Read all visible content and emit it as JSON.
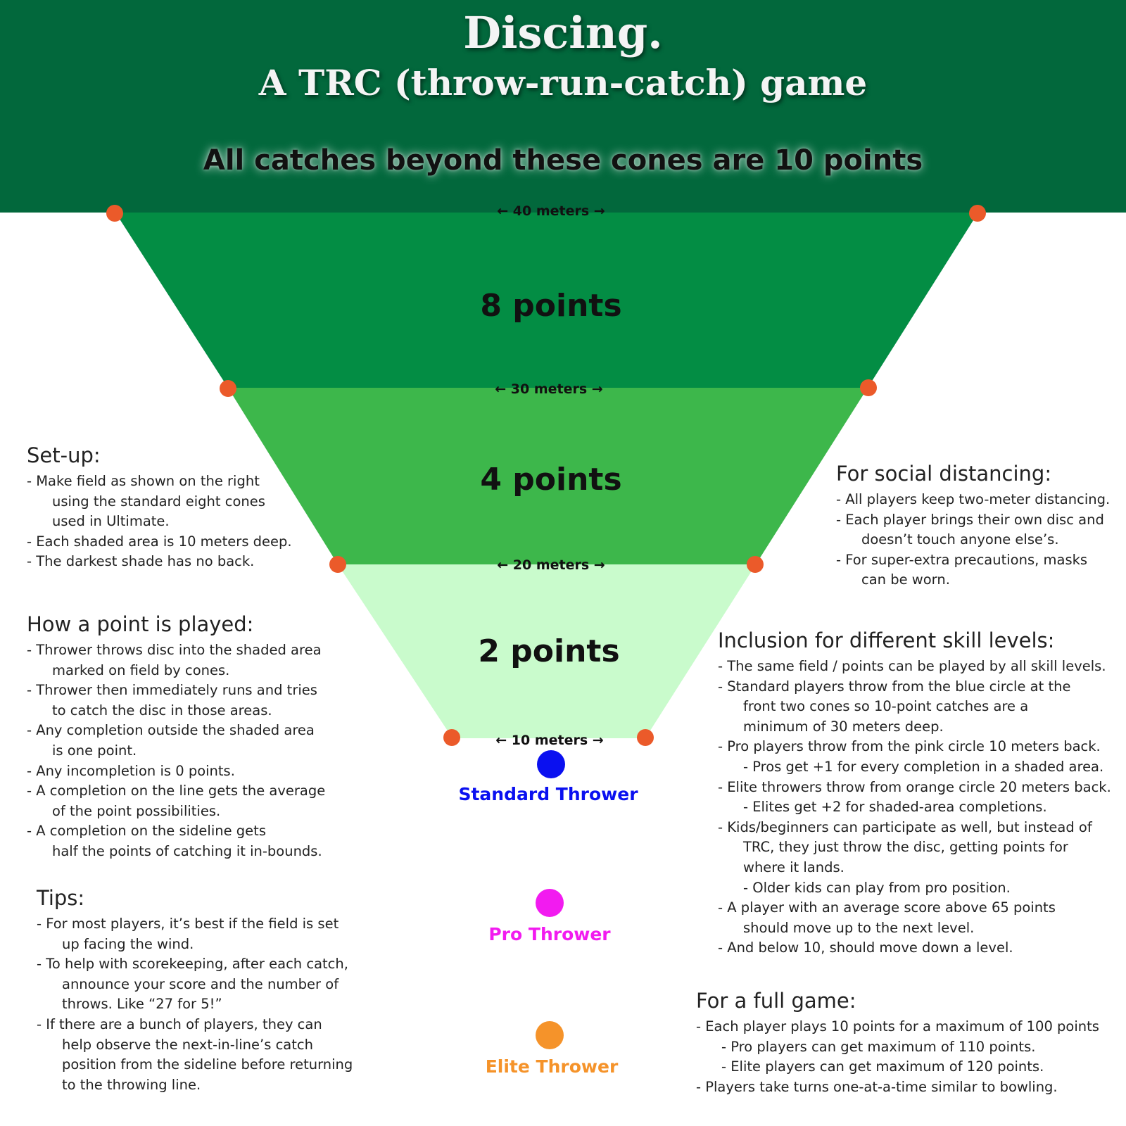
{
  "header": {
    "title": "Discing.",
    "subtitle": "A TRC (throw-run-catch) game",
    "banner": "All catches beyond these cones are 10 points"
  },
  "colors": {
    "header_bg": "#02683c",
    "zone_8": "#038d44",
    "zone_4": "#3db74b",
    "zone_2": "#c9fbcc",
    "cone": "#eb5a2a",
    "standard": "#0a10f0",
    "pro": "#f21bf0",
    "elite": "#f5932a"
  },
  "field": {
    "zones": [
      {
        "label": "8 points"
      },
      {
        "label": "4 points"
      },
      {
        "label": "2 points"
      }
    ],
    "distances": [
      "← 40 meters →",
      "← 30 meters →",
      "← 20 meters →",
      "← 10 meters →"
    ],
    "throwers": [
      {
        "label": "Standard Thrower",
        "color": "#0a10f0"
      },
      {
        "label": "Pro Thrower",
        "color": "#f21bf0"
      },
      {
        "label": "Elite Thrower",
        "color": "#f5932a"
      }
    ]
  },
  "setup": {
    "heading": "Set-up:",
    "lines": [
      "- Make field as shown on the right",
      "using the standard eight cones",
      "used in Ultimate.",
      "- Each shaded area is 10 meters deep.",
      "- The darkest shade has no back."
    ]
  },
  "how_played": {
    "heading": "How a point is played:",
    "lines": [
      "- Thrower throws disc into the shaded area",
      "marked on field by cones.",
      "- Thrower then immediately runs and tries",
      "to catch the disc in those areas.",
      "- Any completion outside the shaded area",
      "is one point.",
      "- Any incompletion is  0 points.",
      "- A completion on the line gets the average",
      "of the point possibilities.",
      "- A completion on the sideline gets",
      "half the points of catching it in-bounds."
    ]
  },
  "tips": {
    "heading": "Tips:",
    "lines": [
      "- For most players, it’s best if the field is set",
      "up facing the wind.",
      "- To help with scorekeeping, after each catch,",
      "announce your score and the number of",
      "throws.  Like “27 for 5!”",
      "- If there are a bunch of players, they can",
      "help observe the next-in-line’s catch",
      "position from the sideline before returning",
      "to the throwing line."
    ]
  },
  "social": {
    "heading": "For social distancing:",
    "lines": [
      "- All players keep two-meter distancing.",
      "- Each player brings their own disc and",
      "doesn’t touch anyone else’s.",
      "- For super-extra precautions, masks",
      "can be worn."
    ]
  },
  "inclusion": {
    "heading": "Inclusion for different skill levels:",
    "lines": [
      "- The same field / points can be played by all skill levels.",
      "- Standard players throw from the blue circle at the",
      "front two cones so 10-point catches are a",
      "minimum of 30 meters deep.",
      "- Pro players throw from the pink circle 10 meters back.",
      "- Pros get +1 for every completion in a shaded area.",
      "- Elite throwers throw from orange circle 20 meters back.",
      "- Elites get +2 for shaded-area completions.",
      "- Kids/beginners can participate as well, but instead of",
      "TRC, they just throw the disc, getting points for",
      "where it lands.",
      "- Older kids can play from pro position.",
      "- A player with an average score above 65 points",
      "should move up to the next level.",
      "- And below 10, should move down a level."
    ]
  },
  "full_game": {
    "heading": "For a full game:",
    "lines": [
      "- Each player plays 10 points for a maximum of 100 points",
      "- Pro players can get maximum of 110 points.",
      "- Elite players can get  maximum of 120 points.",
      "- Players take turns one-at-a-time similar to bowling."
    ]
  }
}
